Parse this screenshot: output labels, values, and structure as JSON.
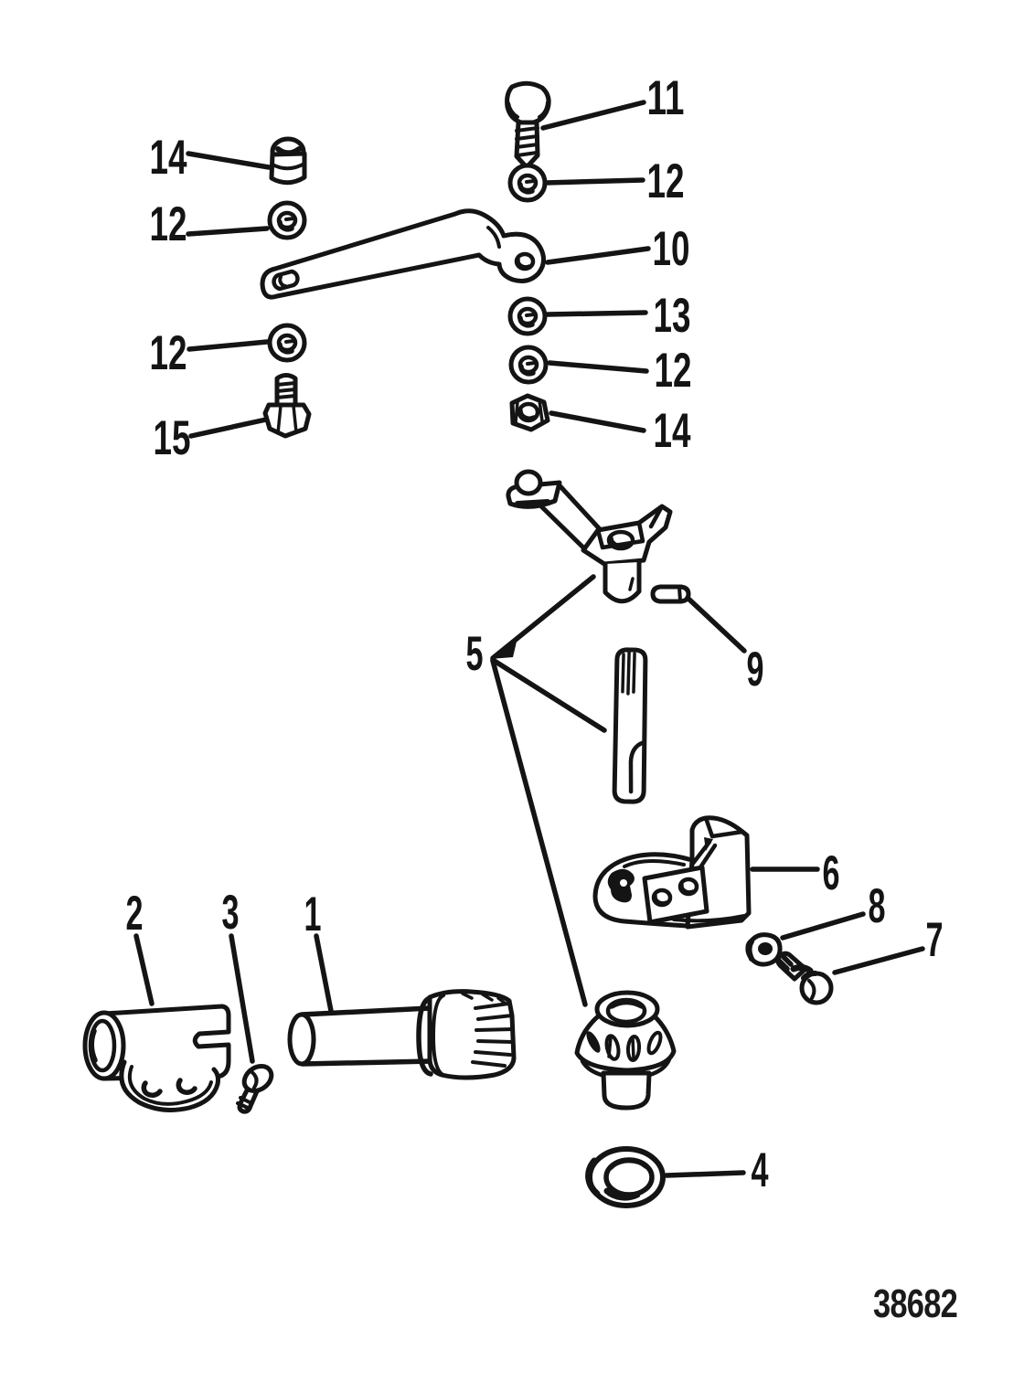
{
  "figure": {
    "drawing_number": "38682",
    "callouts": [
      {
        "label": "11"
      },
      {
        "label": "12"
      },
      {
        "label": "14"
      },
      {
        "label": "12"
      },
      {
        "label": "10"
      },
      {
        "label": "13"
      },
      {
        "label": "12"
      },
      {
        "label": "14"
      },
      {
        "label": "12"
      },
      {
        "label": "15"
      },
      {
        "label": "5"
      },
      {
        "label": "9"
      },
      {
        "label": "6"
      },
      {
        "label": "8"
      },
      {
        "label": "7"
      },
      {
        "label": "2"
      },
      {
        "label": "3"
      },
      {
        "label": "1"
      },
      {
        "label": "4"
      }
    ]
  }
}
